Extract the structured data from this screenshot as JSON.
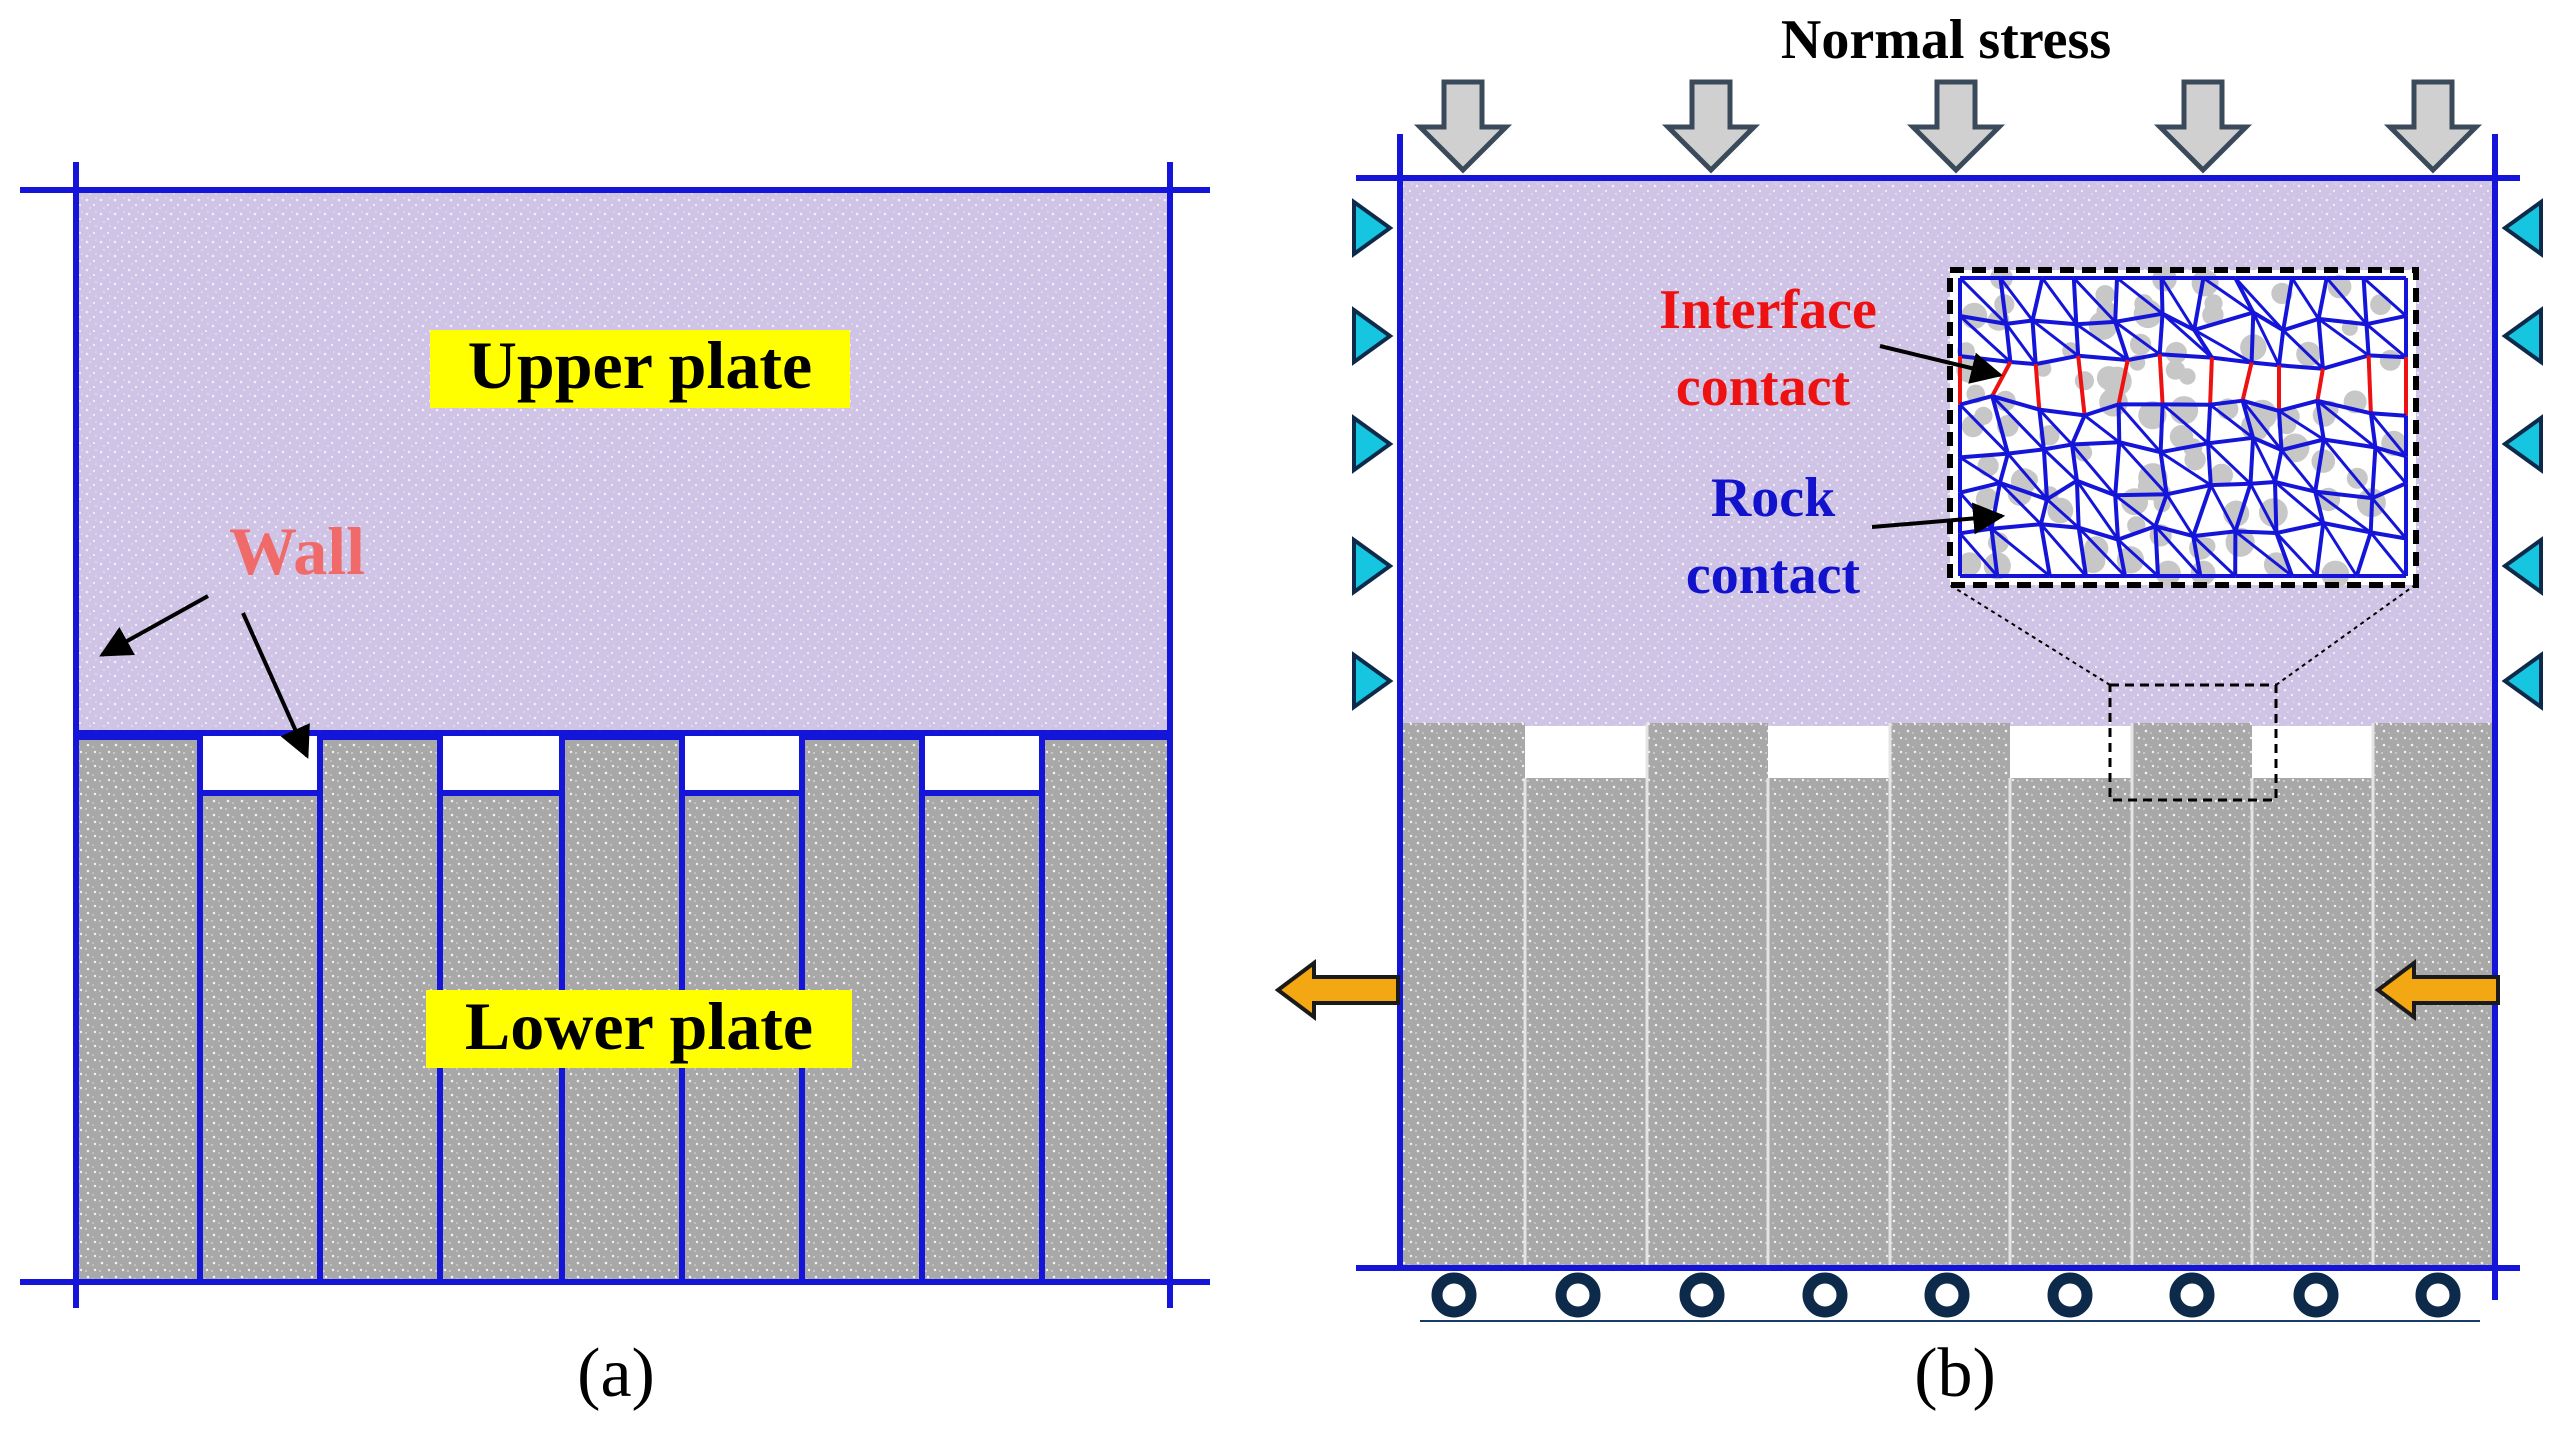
{
  "panel_a": {
    "upper_label": "Upper plate",
    "lower_label": "Lower plate",
    "wall_label": "Wall",
    "caption": "(a)"
  },
  "panel_b": {
    "title": "Normal stress",
    "interface_label_line1": "Interface",
    "interface_label_line2": "contact",
    "rock_label_line1": "Rock",
    "rock_label_line2": "contact",
    "caption": "(b)"
  },
  "colors": {
    "upper": "#cfc4e6",
    "lower": "#a9a9a9",
    "wall": "#1515d9",
    "highlight": "#ffff00",
    "wall_text": "#f06a6a",
    "interface_text": "#ee1111",
    "rock_text": "#1212cc",
    "arrow_gray": "#d0d0d0",
    "arrow_outline": "#3b4a5a",
    "arrow_orange": "#f3a712",
    "triangle": "#16c6e0",
    "roller": "#0d2a4a"
  },
  "icons": [
    "down-arrow-icon",
    "triangle-support-icon",
    "roller-icon",
    "shear-arrow-icon"
  ]
}
